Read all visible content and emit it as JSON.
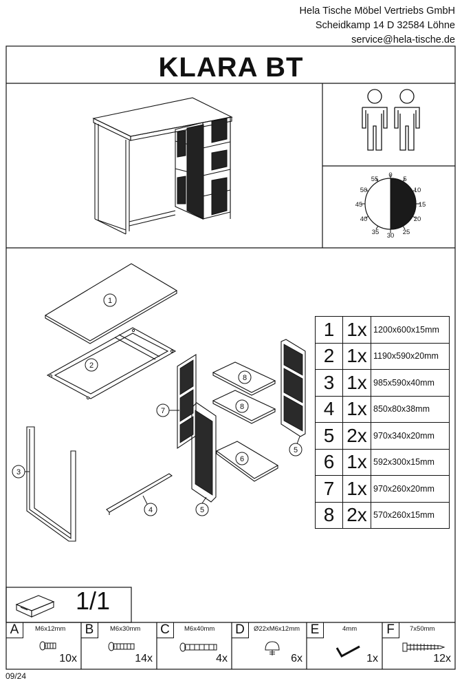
{
  "company": {
    "name": "Hela Tische Möbel Vertriebs GmbH",
    "address": "Scheidkamp 14 D 32584 Löhne",
    "email": "service@hela-tische.de"
  },
  "product_title": "KLARA BT",
  "time_dial": {
    "labels": [
      "0",
      "5",
      "10",
      "15",
      "20",
      "25",
      "30",
      "35",
      "40",
      "45",
      "50",
      "55"
    ]
  },
  "callouts": [
    "1",
    "2",
    "3",
    "4",
    "5",
    "5",
    "6",
    "7",
    "8",
    "8"
  ],
  "parts": [
    {
      "num": "1",
      "qty": "1x",
      "dim": "1200x600x15mm"
    },
    {
      "num": "2",
      "qty": "1x",
      "dim": "1190x590x20mm"
    },
    {
      "num": "3",
      "qty": "1x",
      "dim": "985x590x40mm"
    },
    {
      "num": "4",
      "qty": "1x",
      "dim": "850x80x38mm"
    },
    {
      "num": "5",
      "qty": "2x",
      "dim": "970x340x20mm"
    },
    {
      "num": "6",
      "qty": "1x",
      "dim": "592x300x15mm"
    },
    {
      "num": "7",
      "qty": "1x",
      "dim": "970x260x20mm"
    },
    {
      "num": "8",
      "qty": "2x",
      "dim": "570x260x15mm"
    }
  ],
  "box_count": "1/1",
  "hardware": [
    {
      "letter": "A",
      "size": "M6x12mm",
      "count": "10x",
      "icon": "short-bolt-icon"
    },
    {
      "letter": "B",
      "size": "M6x30mm",
      "count": "14x",
      "icon": "medium-bolt-icon"
    },
    {
      "letter": "C",
      "size": "M6x40mm",
      "count": "4x",
      "icon": "long-bolt-icon"
    },
    {
      "letter": "D",
      "size": "Ø22xM6x12mm",
      "count": "6x",
      "icon": "glide-foot-icon"
    },
    {
      "letter": "E",
      "size": "4mm",
      "count": "1x",
      "icon": "allen-key-icon"
    },
    {
      "letter": "F",
      "size": "7x50mm",
      "count": "12x",
      "icon": "wood-screw-icon"
    }
  ],
  "date_code": "09/24"
}
